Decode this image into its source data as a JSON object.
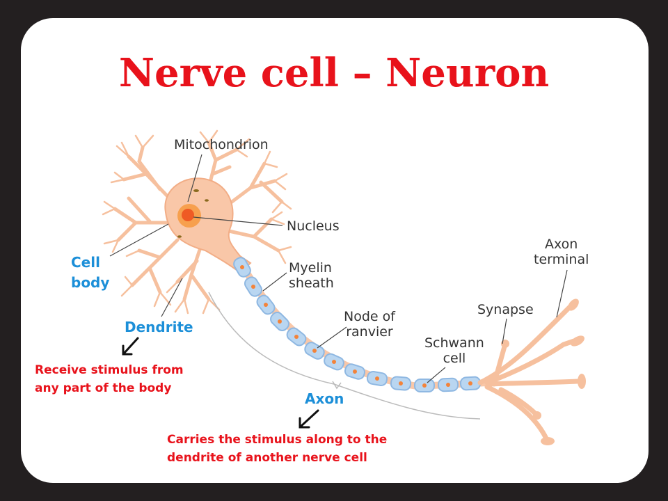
{
  "title": "Nerve cell – Neuron",
  "labels": {
    "mitochondrion": "Mitochondrion",
    "nucleus": "Nucleus",
    "cell_body_line1": "Cell",
    "cell_body_line2": "body",
    "dendrite": "Dendrite",
    "myelin_line1": "Myelin",
    "myelin_line2": "sheath",
    "node_line1": "Node of",
    "node_line2": "ranvier",
    "axon_terminal_line1": "Axon",
    "axon_terminal_line2": "terminal",
    "synapse": "Synapse",
    "schwann_line1": "Schwann",
    "schwann_line2": "cell",
    "axon": "Axon"
  },
  "notes": {
    "dendrite_line1": "Receive stimulus from",
    "dendrite_line2": "any part of the body",
    "axon_line1": "Carries the stimulus along to the",
    "axon_line2": "dendrite of another nerve cell"
  },
  "colors": {
    "frame": "#231f20",
    "title": "#e8121b",
    "note": "#e8121b",
    "blue_label": "#1c8fd8",
    "cell": "#f9c7a8",
    "myelin": "#b8d5f0",
    "nucleus": "#f27b3a"
  },
  "icons": [
    "down-left-arrow-icon",
    "down-left-arrow-icon"
  ]
}
